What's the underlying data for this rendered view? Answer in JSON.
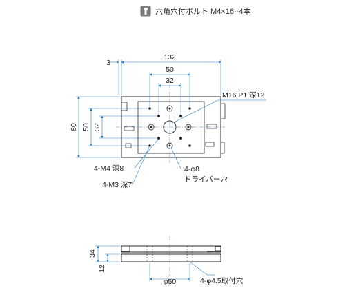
{
  "header": {
    "icon": "hex-bolt-icon",
    "text": "六角穴付ボルト M4×16--4本"
  },
  "top_view": {
    "dims": {
      "d3": "3",
      "d132": "132",
      "d50": "50",
      "d32h": "32",
      "d80": "80",
      "d50v": "50",
      "d32v": "32"
    },
    "notes": {
      "m16": "M16 P1 深12",
      "m4": "4-M4 深8",
      "m3": "4-M3 深7",
      "phi8": "4-φ8",
      "driver": "ドライバー穴"
    }
  },
  "side_view": {
    "dims": {
      "d34": "34",
      "d12": "12",
      "phi50": "φ50"
    },
    "notes": {
      "phi45": "4-φ4.5取付穴"
    }
  },
  "colors": {
    "line": "#2b2b2b",
    "dimension": "#2a7fc1",
    "body_fill": "#ffffff"
  }
}
